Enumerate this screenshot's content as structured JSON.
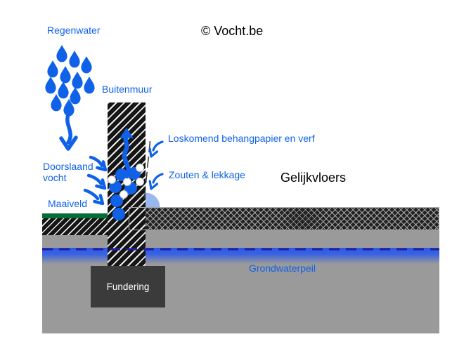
{
  "copyright": "© Vocht.be",
  "labels": {
    "regenwater": "Regenwater",
    "buitenmuur": "Buitenmuur",
    "doorslaand_vocht": "Doorslaand vocht",
    "maaiveld": "Maaiveld",
    "loskomend_behangpapier": "Loskomend behangpapier en verf",
    "zouten_lekkage": "Zouten & lekkage",
    "gelijkvloers": "Gelijkvloers",
    "grondwaterpeil": "Grondwaterpeil",
    "fundering": "Fundering"
  },
  "colors": {
    "label_blue": "#0f62e8",
    "arrow_blue": "#0f62e8",
    "ground_green": "#016e32",
    "soil_gray": "#9a9a9a",
    "foundation_gray": "#3b3b3b",
    "groundwater_blue": "#2b57ee",
    "groundwater_dash": "#20209c",
    "leak_light_blue": "#9ab7f0",
    "wall_black": "#151515",
    "hatch_white": "#ededed",
    "slab_dark": "#222222",
    "text_black": "#000000"
  }
}
